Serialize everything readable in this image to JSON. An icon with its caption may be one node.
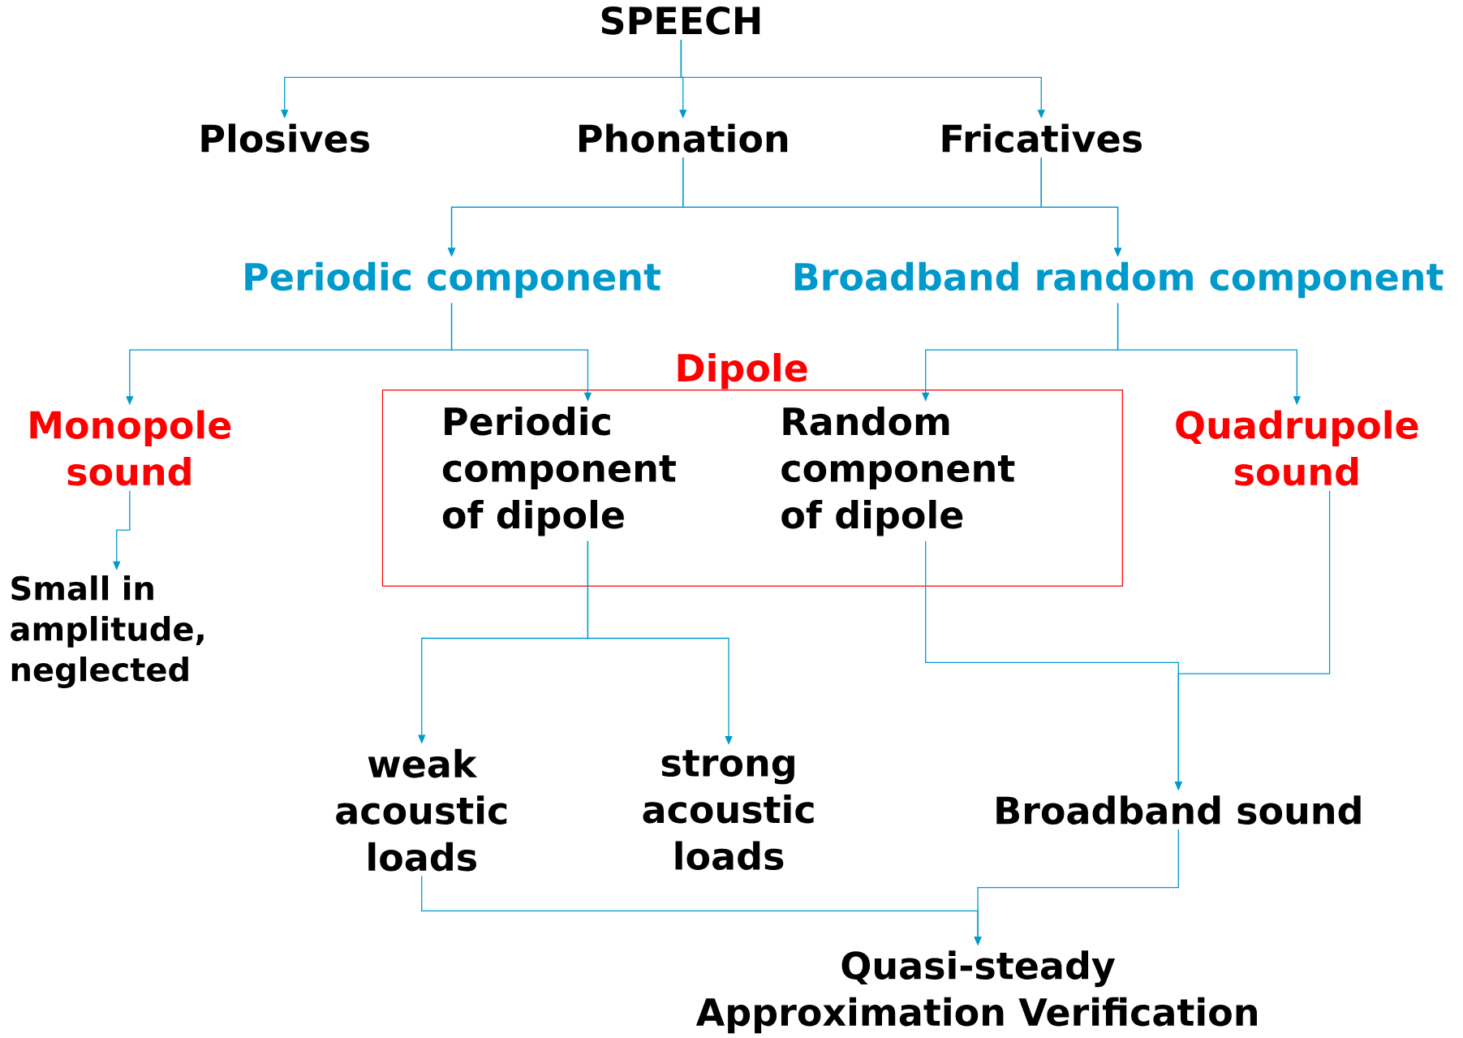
{
  "diagram": {
    "nodes": [
      {
        "text": [
          "SPEECH"
        ]
      },
      {
        "text": [
          "Plosives"
        ]
      },
      {
        "text": [
          "Phonation"
        ]
      },
      {
        "text": [
          "Fricatives"
        ]
      },
      {
        "text": [
          "Periodic component"
        ]
      },
      {
        "text": [
          "Broadband random component"
        ]
      },
      {
        "text": [
          "Monopole sound"
        ]
      },
      {
        "text": [
          "Dipole"
        ]
      },
      {
        "text": [
          "Periodic component of dipole"
        ],
        "in": 7
      },
      {
        "text": [
          "Random component of dipole"
        ],
        "in": 7
      },
      {
        "text": [
          "Quadrupole sound"
        ]
      },
      {
        "text": [
          "Small in amplitude, neglected"
        ]
      },
      {
        "text": [
          "weak acoustic loads"
        ]
      },
      {
        "text": [
          "strong acoustic loads"
        ]
      },
      {
        "text": [
          "Broadband sound"
        ]
      },
      {
        "text": [
          "Quasi-steady Approximation Verification"
        ]
      }
    ],
    "edges": [
      {
        "from": 0,
        "to": 1,
        "arrow": "to"
      },
      {
        "from": 0,
        "to": 2,
        "arrow": "to"
      },
      {
        "from": 0,
        "to": 3,
        "arrow": "to"
      },
      {
        "from": 2,
        "to": 4,
        "arrow": "to"
      },
      {
        "from": 2,
        "to": 5,
        "arrow": "to"
      },
      {
        "from": 3,
        "to": 4,
        "arrow": "to"
      },
      {
        "from": 3,
        "to": 5,
        "arrow": "to"
      },
      {
        "from": 4,
        "to": 6,
        "arrow": "to"
      },
      {
        "from": 4,
        "to": 8,
        "arrow": "to"
      },
      {
        "from": 5,
        "to": 9,
        "arrow": "to"
      },
      {
        "from": 5,
        "to": 10,
        "arrow": "to"
      },
      {
        "from": 6,
        "to": 11,
        "arrow": "to"
      },
      {
        "from": 8,
        "to": 12,
        "arrow": "to"
      },
      {
        "from": 8,
        "to": 13,
        "arrow": "to"
      },
      {
        "from": 9,
        "to": 14,
        "arrow": "to"
      },
      {
        "from": 10,
        "to": 14,
        "arrow": "to"
      },
      {
        "from": 12,
        "to": 15,
        "arrow": "to"
      },
      {
        "from": 14,
        "to": 15,
        "arrow": "to"
      }
    ]
  }
}
